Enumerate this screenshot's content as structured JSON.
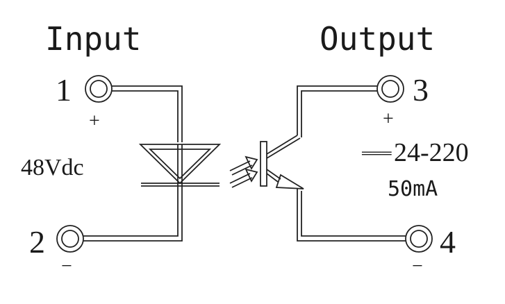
{
  "labels": {
    "input": "Input",
    "output": "Output",
    "pin1": "1",
    "pin2": "2",
    "pin3": "3",
    "pin4": "4",
    "input_plus": "+",
    "input_minus": "−",
    "output_plus": "+",
    "output_minus": "−",
    "input_voltage": "48Vdc",
    "output_dc_symbol": "═══",
    "output_voltage": "24-220",
    "output_current": "50mA"
  },
  "colors": {
    "ink": "#222222",
    "background": "#ffffff"
  }
}
